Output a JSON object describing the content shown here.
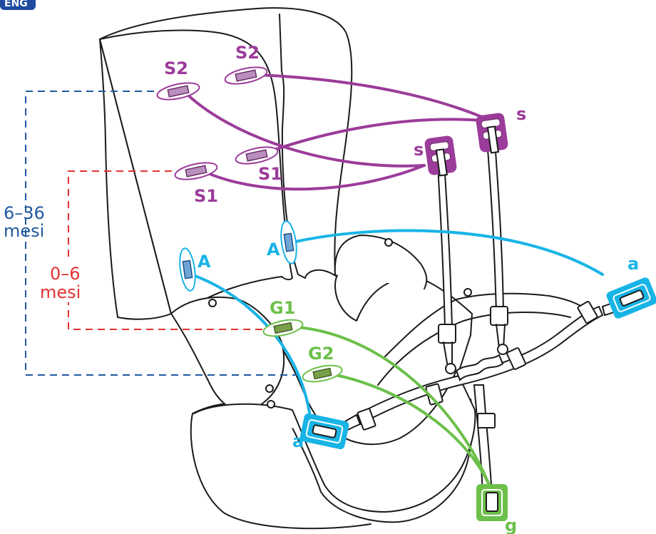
{
  "corner_badge": "ENG",
  "colors": {
    "shoulder": "#9b3c9a",
    "shoulder_slot": "#b98fbe",
    "arm": "#18b4e6",
    "arm_slot": "#6fa6d6",
    "groin": "#6cc04a",
    "groin_slot": "#7aa04c",
    "range_6_36": "#1e5aa0",
    "range_0_6": "#e23232",
    "outline": "#1a1a1a"
  },
  "labels": {
    "s2_upper": "S2",
    "s2_lower": "S2",
    "s1_upper": "S1",
    "s1_lower": "S1",
    "s_left": "s",
    "s_right": "s",
    "a_upper": "A",
    "a_lower": "A",
    "a_right": "a",
    "a_left": "a",
    "g1": "G1",
    "g2": "G2",
    "g": "g"
  },
  "ranges": {
    "r6_36_line1": "6–36",
    "r6_36_line2": "mesi",
    "r0_6_line1": "0–6",
    "r0_6_line2": "mesi"
  }
}
